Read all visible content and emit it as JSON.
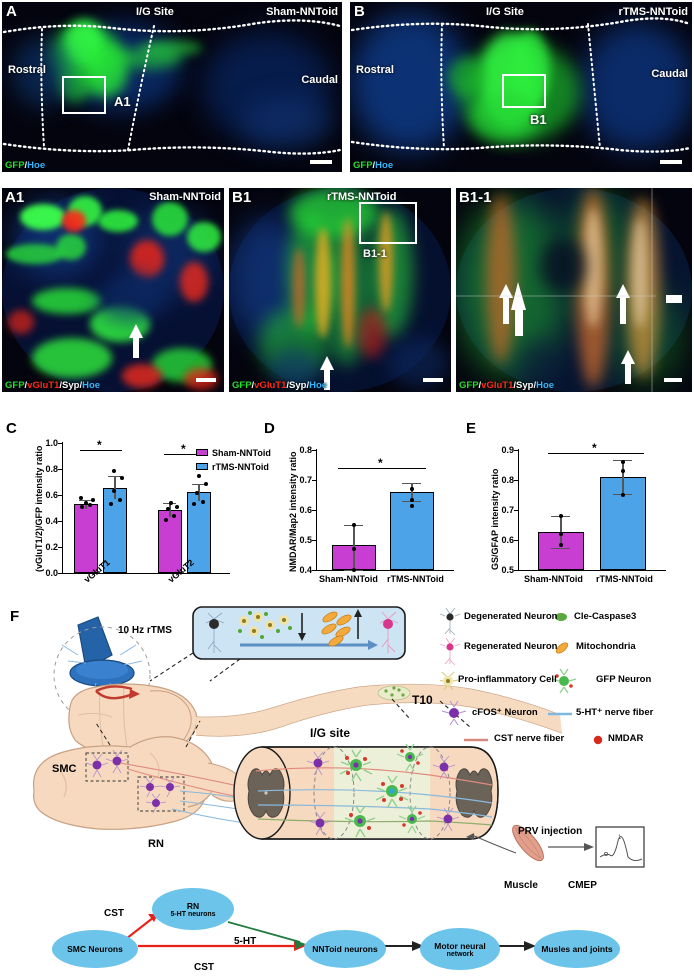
{
  "panels": {
    "A": {
      "letter": "A",
      "title": "I/G Site",
      "group": "Sham-NNToid",
      "left_label": "Rostral",
      "right_label": "Caudal",
      "channels": [
        "GFP",
        "Hoe"
      ],
      "roi_tag": "A1"
    },
    "B": {
      "letter": "B",
      "title": "I/G Site",
      "group": "rTMS-NNToid",
      "left_label": "Rostral",
      "right_label": "Caudal",
      "channels": [
        "GFP",
        "Hoe"
      ],
      "roi_tag": "B1"
    },
    "A1": {
      "letter": "A1",
      "group": "Sham-NNToid",
      "channels": [
        "GFP",
        "vGluT1",
        "Syp",
        "Hoe"
      ]
    },
    "B1": {
      "letter": "B1",
      "group": "rTMS-NNToid",
      "channels": [
        "GFP",
        "vGluT1",
        "Syp",
        "Hoe"
      ],
      "roi_tag": "B1-1"
    },
    "B11": {
      "letter": "B1-1",
      "channels": [
        "GFP",
        "vGluT1",
        "Syp",
        "Hoe"
      ]
    }
  },
  "colors": {
    "sham": "#c83ed2",
    "rtms": "#4da3e8",
    "gfp_green": "#22e02a",
    "vglut_red": "#ff2a18",
    "hoe_blue": "#35b7ff",
    "node_blue": "#6cc4ea",
    "cst_red": "#e8352a",
    "ht_blue": "#7fb9e0",
    "arrow_green": "#1f7a3d"
  },
  "chart_data": [
    {
      "id": "C",
      "letter": "C",
      "type": "bar",
      "title": "",
      "ylabel": "(vGluT1/2)/GFP intensity ratio",
      "xlabel": "",
      "categories": [
        "vGluT1",
        "vGluT2"
      ],
      "ylim": [
        0.0,
        1.0
      ],
      "yticks": [
        "0.0",
        "0.2",
        "0.4",
        "0.6",
        "0.8",
        "1.0"
      ],
      "legend": [
        "Sham-NNToid",
        "rTMS-NNToid"
      ],
      "legend_position": "right",
      "series": [
        {
          "name": "Sham-NNToid",
          "values": [
            0.53,
            0.485
          ],
          "errors": [
            0.035,
            0.055
          ],
          "points": [
            [
              0.5,
              0.515,
              0.53,
              0.555,
              0.575
            ],
            [
              0.41,
              0.44,
              0.5,
              0.515,
              0.525
            ]
          ]
        },
        {
          "name": "rTMS-NNToid",
          "values": [
            0.655,
            0.62
          ],
          "errors": [
            0.09,
            0.065
          ],
          "points": [
            [
              0.55,
              0.575,
              0.64,
              0.745,
              0.8
            ],
            [
              0.545,
              0.565,
              0.63,
              0.7,
              0.775
            ]
          ]
        }
      ],
      "significance": [
        {
          "group": "vGluT1",
          "marker": "*"
        },
        {
          "group": "vGluT2",
          "marker": "*"
        }
      ]
    },
    {
      "id": "D",
      "letter": "D",
      "type": "bar",
      "ylabel": "NMDAR/Map2 intensity ratio",
      "categories": [
        "Sham-NNToid",
        "rTMS-NNToid"
      ],
      "ylim": [
        0.4,
        0.8
      ],
      "yticks": [
        "0.4",
        "0.5",
        "0.6",
        "0.7",
        "0.8"
      ],
      "values": [
        0.485,
        0.66
      ],
      "errors": [
        0.065,
        0.03
      ],
      "points": [
        [
          0.42,
          0.49,
          0.55
        ],
        [
          0.635,
          0.655,
          0.69
        ]
      ],
      "significance": [
        {
          "marker": "*"
        }
      ]
    },
    {
      "id": "E",
      "letter": "E",
      "type": "bar",
      "ylabel": "GS/GFAP intensity ratio",
      "categories": [
        "Sham-NNToid",
        "rTMS-NNToid"
      ],
      "ylim": [
        0.5,
        0.9
      ],
      "yticks": [
        "0.5",
        "0.6",
        "0.7",
        "0.8",
        "0.9"
      ],
      "values": [
        0.628,
        0.81
      ],
      "errors": [
        0.053,
        0.056
      ],
      "points": [
        [
          0.585,
          0.62,
          0.68
        ],
        [
          0.75,
          0.83,
          0.86
        ]
      ],
      "significance": [
        {
          "marker": "*"
        }
      ]
    }
  ],
  "schematic": {
    "letter": "F",
    "stim_label": "10 Hz rTMS",
    "level_label": "T10",
    "site_label": "I/G site",
    "smc_label": "SMC",
    "rn_label": "RN",
    "prv_label": "PRV injection",
    "muscle_label": "Muscle",
    "cmep_label": "CMEP",
    "legend": [
      {
        "key": "degenerated-neuron",
        "label": "Degenerated Neuron"
      },
      {
        "key": "cle-caspase3",
        "label": "Cle-Caspase3"
      },
      {
        "key": "regenerated-neuron",
        "label": "Regenerated Neuron"
      },
      {
        "key": "mitochondria",
        "label": "Mitochondria"
      },
      {
        "key": "pro-inflammatory-cell",
        "label": "Pro-inflammatory Cell"
      },
      {
        "key": "gfp-neuron",
        "label": "GFP Neuron"
      },
      {
        "key": "cfos-neuron",
        "label": "cFOS⁺ Neuron"
      },
      {
        "key": "5ht-nerve-fiber",
        "label": "5-HT⁺ nerve fiber"
      },
      {
        "key": "cst-nerve-fiber",
        "label": "CST nerve fiber"
      },
      {
        "key": "nmdar",
        "label": "NMDAR"
      }
    ]
  },
  "flow": {
    "nodes": [
      {
        "id": "smc",
        "main": "SMC Neurons",
        "sub": ""
      },
      {
        "id": "rn",
        "main": "RN",
        "sub": "5-HT neurons"
      },
      {
        "id": "nntoid",
        "main": "NNToid neurons",
        "sub": ""
      },
      {
        "id": "motor",
        "main": "Motor neural",
        "sub": "network"
      },
      {
        "id": "muscle",
        "main": "Musles and joints",
        "sub": ""
      }
    ],
    "edges": [
      {
        "id": "smc-rn",
        "label": "CST"
      },
      {
        "id": "rn-nntoid",
        "label": "5-HT"
      },
      {
        "id": "smc-nntoid",
        "label": "CST"
      }
    ]
  }
}
